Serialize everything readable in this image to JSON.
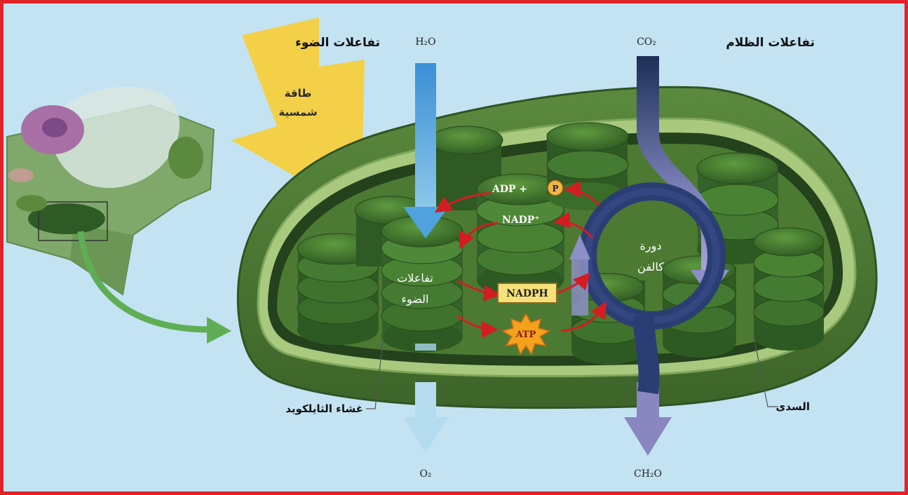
{
  "labels": {
    "light_reactions_title": "تفاعلات الضوء",
    "dark_reactions_title": "تفاعلات الظلام",
    "solar_energy_line1": "طاقة",
    "solar_energy_line2": "شمسية",
    "h2o": "H₂O",
    "co2": "CO₂",
    "o2": "O₂",
    "ch2o": "CH₂O",
    "adp": "ADP +",
    "phosphate": "P",
    "nadp": "NADP⁺",
    "nadph": "NADPH",
    "atp": "ATP",
    "light_reactions_center_line1": "تفاعلات",
    "light_reactions_center_line2": "الضوء",
    "calvin_line1": "دورة",
    "calvin_line2": "كالفن",
    "thylakoid_membrane": "غشاء الثايلكويد",
    "stroma": "السدى"
  },
  "colors": {
    "border": "#e02329",
    "background": "#c3e3f3",
    "chloroplast": "#4f7a35",
    "water_arrow": "#4a9fdc",
    "co2_arrow": "#1f3561",
    "calvin_ring": "#2b3e74",
    "red_arrow": "#d21e22",
    "nadph_box": "#f6e07a",
    "atp_star": "#f4a21e",
    "sun_arrow": "#f6cf3e"
  }
}
